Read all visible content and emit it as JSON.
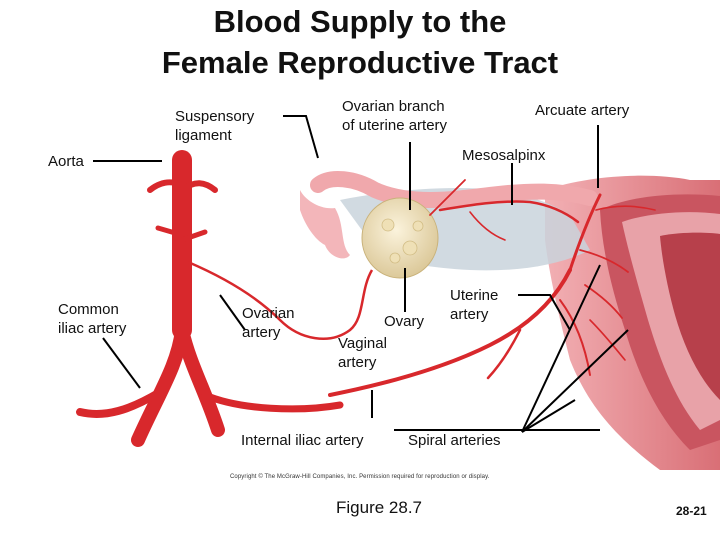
{
  "title_line1": "Blood Supply to the",
  "title_line2": "Female Reproductive Tract",
  "labels": {
    "suspensory_ligament": "Suspensory\nligament",
    "ovarian_branch": "Ovarian branch\nof uterine artery",
    "arcuate_artery": "Arcuate artery",
    "mesosalpinx": "Mesosalpinx",
    "aorta": "Aorta",
    "common_iliac": "Common\niliac artery",
    "ovarian_artery": "Ovarian\nartery",
    "ovary": "Ovary",
    "uterine_artery": "Uterine\nartery",
    "vaginal_artery": "Vaginal\nartery",
    "internal_iliac": "Internal iliac artery",
    "spiral_arteries": "Spiral arteries"
  },
  "copyright": "Copyright © The McGraw-Hill Companies, Inc. Permission required for reproduction or display.",
  "figure": "Figure 28.7",
  "page_number": "28-21",
  "colors": {
    "artery_red": "#d8282c",
    "tissue_pink": "#f0a8ac",
    "uterus_wall": "#e8898e",
    "ovary_cream": "#f3e6c2",
    "mesentery_gray": "#c9d4dc"
  }
}
